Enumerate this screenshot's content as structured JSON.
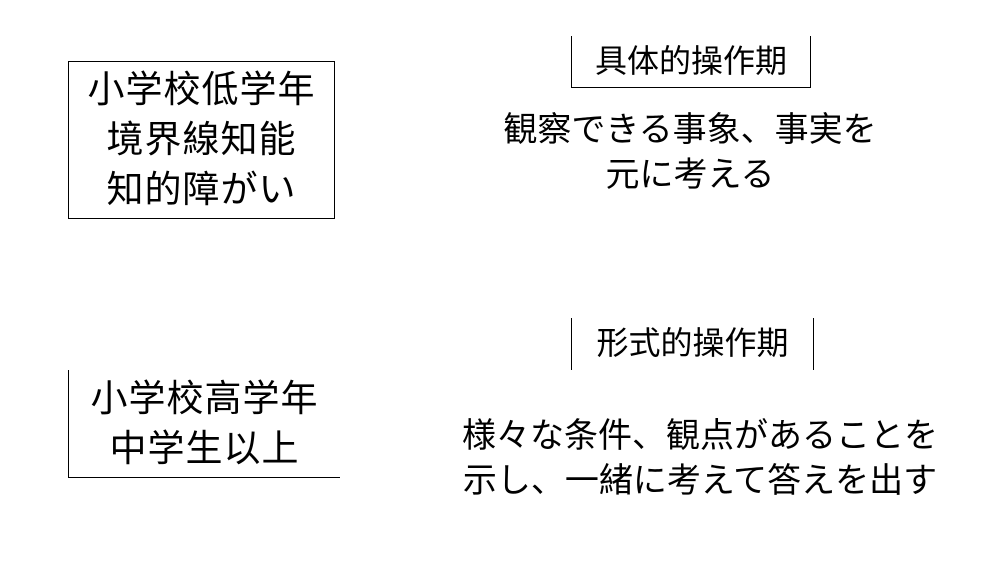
{
  "groups": {
    "low": {
      "lines": [
        "小学校低学年",
        "境界線知能",
        "知的障がい"
      ]
    },
    "high": {
      "lines": [
        "小学校高学年",
        "中学生以上"
      ]
    }
  },
  "stages": {
    "concrete": {
      "label": "具体的操作期",
      "description": [
        "観察できる事象、事実を",
        "元に考える"
      ]
    },
    "formal": {
      "label": "形式的操作期",
      "description": [
        "様々な条件、観点があることを",
        "示し、一緒に考えて答えを出す"
      ]
    }
  }
}
